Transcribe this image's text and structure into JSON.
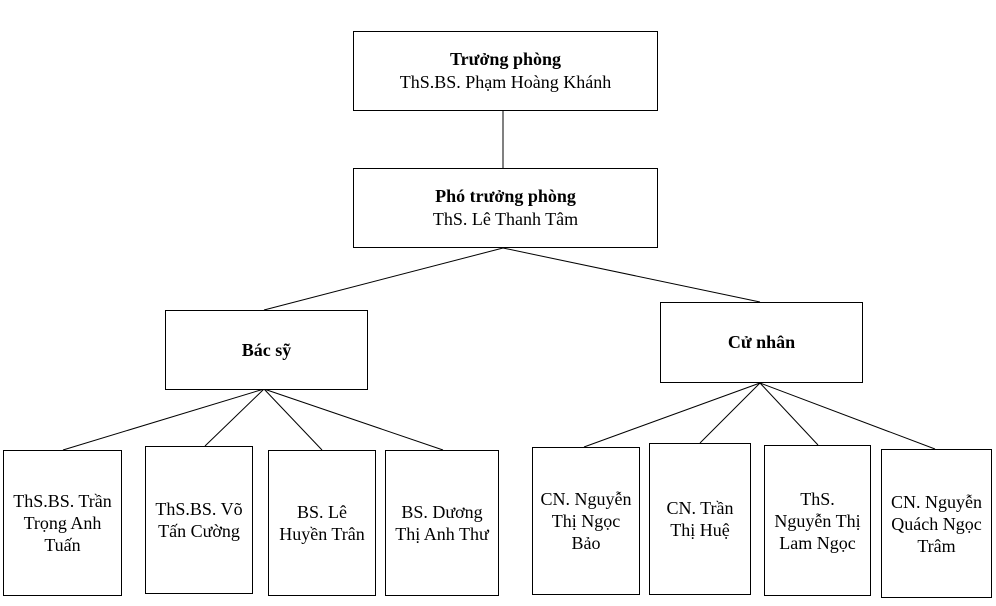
{
  "chart": {
    "head": {
      "title": "Trưởng phòng",
      "name": "ThS.BS. Phạm Hoàng Khánh"
    },
    "deputy": {
      "title": "Phó trưởng phòng",
      "name": "ThS. Lê Thanh Tâm"
    },
    "groups": [
      {
        "label": "Bác sỹ",
        "members": [
          "ThS.BS. Trần Trọng Anh Tuấn",
          "ThS.BS. Võ Tấn Cường",
          "BS. Lê Huyền Trân",
          "BS. Dương Thị Anh Thư"
        ]
      },
      {
        "label": "Cử nhân",
        "members": [
          "CN. Nguyễn Thị Ngọc Bảo",
          "CN. Trần Thị Huệ",
          "ThS. Nguyễn Thị Lam Ngọc",
          "CN. Nguyễn Quách Ngọc Trâm"
        ]
      }
    ]
  }
}
